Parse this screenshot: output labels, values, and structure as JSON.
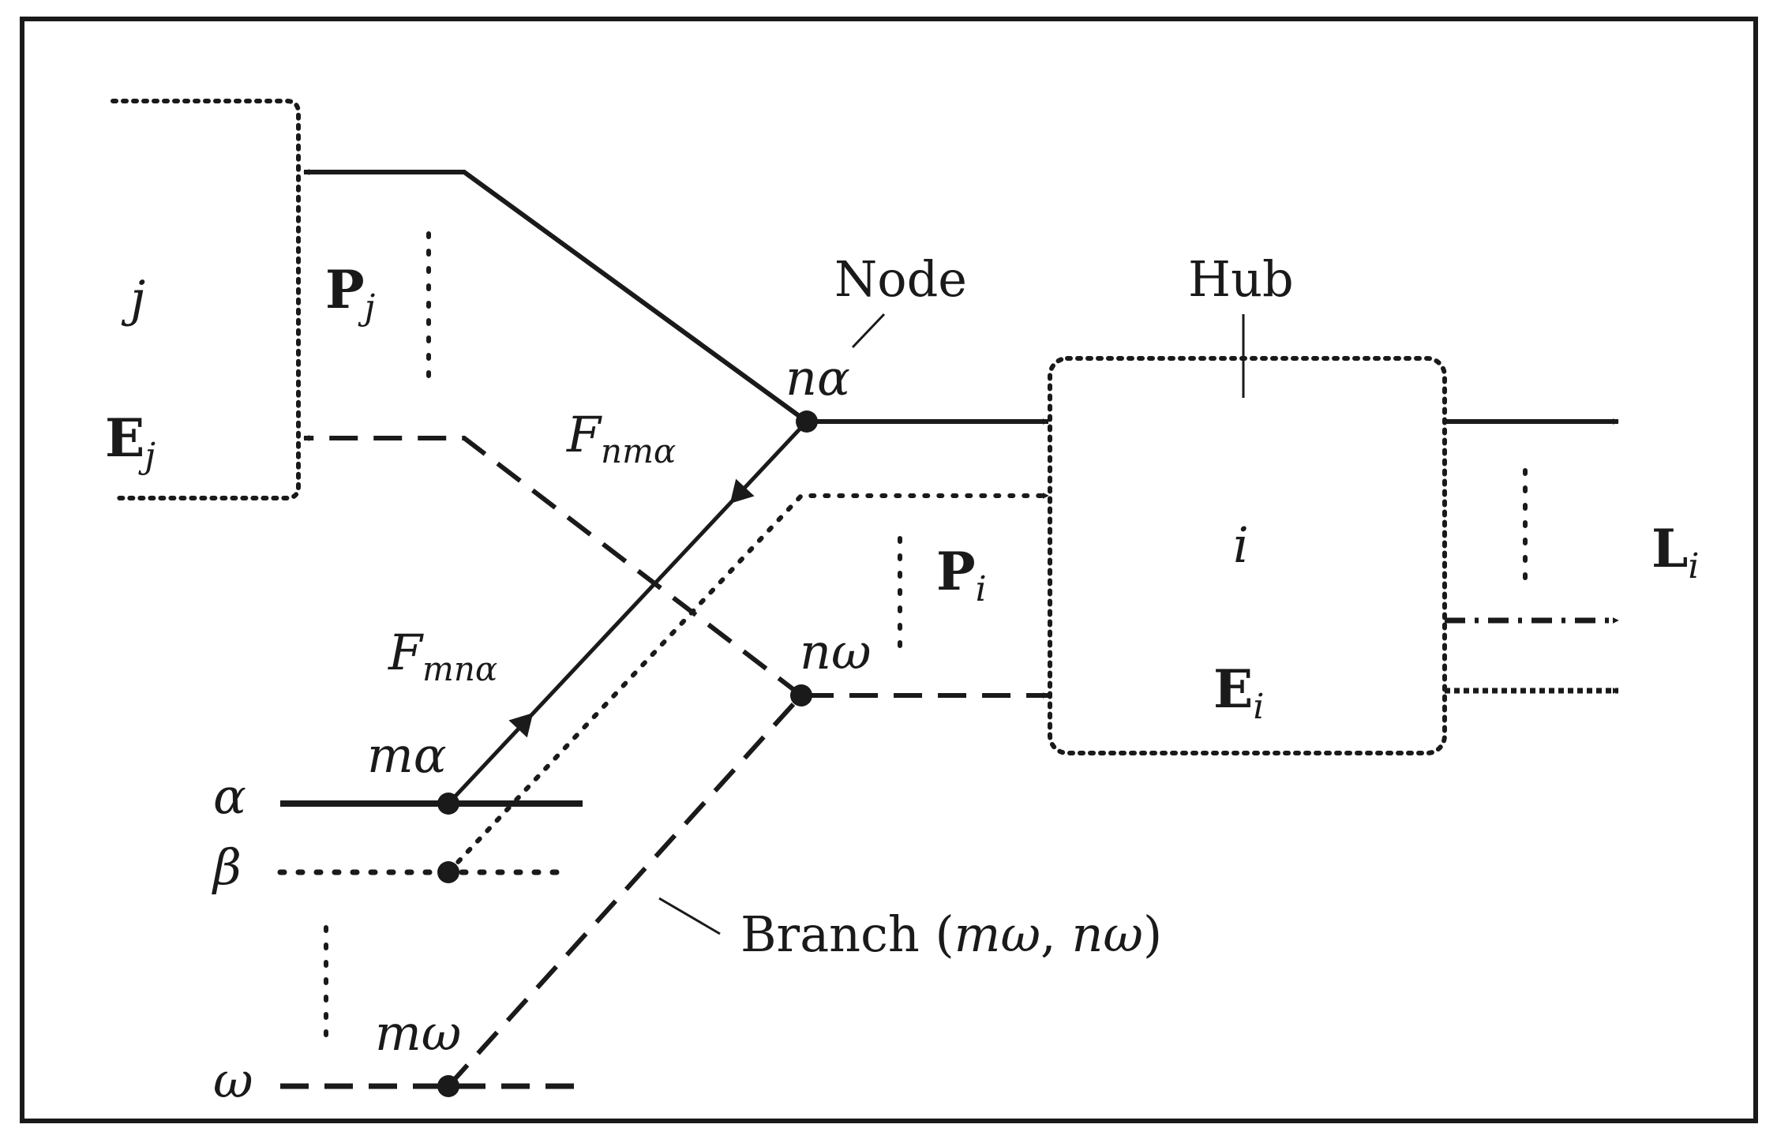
{
  "colors": {
    "ink": "#1a1a1a",
    "background": "#ffffff"
  },
  "hub_j": {
    "name": "j",
    "p_base": "P",
    "p_sub": "j",
    "e_base": "E",
    "e_sub": "j"
  },
  "hub_i": {
    "name": "i",
    "p_base": "P",
    "p_sub": "i",
    "e_base": "E",
    "e_sub": "i",
    "l_base": "L",
    "l_sub": "i"
  },
  "callouts": {
    "node": "Node",
    "hub": "Hub"
  },
  "branch": {
    "label": "Branch (",
    "m": "m",
    "omega1": "ω",
    "comma": ", ",
    "n": "n",
    "omega2": "ω",
    "close": ")"
  },
  "nodes": {
    "n_alpha": {
      "n": "n",
      "sym": "α"
    },
    "n_omega": {
      "n": "n",
      "sym": "ω"
    },
    "m_alpha": {
      "m": "m",
      "sym": "α"
    },
    "m_omega": {
      "m": "m",
      "sym": "ω"
    }
  },
  "flows": {
    "f_nm": {
      "base": "F",
      "sub": "nmα"
    },
    "f_mn": {
      "base": "F",
      "sub": "mnα"
    }
  },
  "carriers": {
    "alpha": "α",
    "beta": "β",
    "omega": "ω"
  }
}
